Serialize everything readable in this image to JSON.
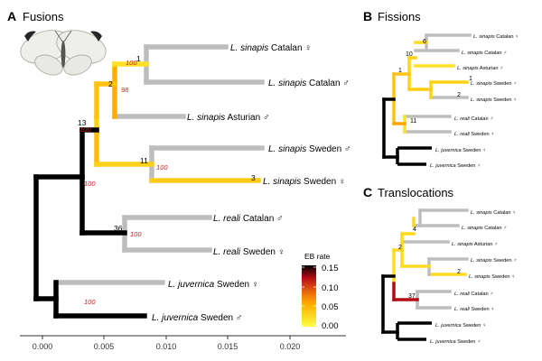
{
  "colors": {
    "zero": "#bdbdbd",
    "gradient": [
      "#ffff40",
      "#ffd21a",
      "#ffa500",
      "#e05a12",
      "#b40a14",
      "#000000"
    ]
  },
  "legend": {
    "title": "EB rate",
    "ticks": [
      "0.15",
      "0.10",
      "0.05",
      "0.00"
    ],
    "range": [
      0,
      0.15
    ]
  },
  "axis": {
    "ticks": [
      "0.000",
      "0.005",
      "0.010",
      "0.015",
      "0.020"
    ]
  },
  "panels": {
    "A": {
      "letter": "A",
      "title": "Fusions",
      "image_name": "butterfly",
      "tips": [
        {
          "genus": "L.",
          "species": "sinapis",
          "rest": "Catalan ♀"
        },
        {
          "genus": "L.",
          "species": "sinapis",
          "rest": "Catalan ♂"
        },
        {
          "genus": "L.",
          "species": "sinapis",
          "rest": "Asturian ♂"
        },
        {
          "genus": "L.",
          "species": "sinapis",
          "rest": "Sweden ♂"
        },
        {
          "genus": "L.",
          "species": "sinapis",
          "rest": "Sweden ♀"
        },
        {
          "genus": "L.",
          "species": "reali",
          "rest": "Catalan ♂"
        },
        {
          "genus": "L.",
          "species": "reali",
          "rest": "Sweden ♀"
        },
        {
          "genus": "L.",
          "species": "juvernica",
          "rest": "Sweden ♀"
        },
        {
          "genus": "L.",
          "species": "juvernica",
          "rest": "Sweden ♂"
        }
      ],
      "node_labels": [
        "1",
        "2",
        "13",
        "11",
        "3",
        "36"
      ],
      "support": [
        "100",
        "98",
        "100",
        "100",
        "100",
        "100",
        "100"
      ],
      "branch_rates": [
        0.0,
        0.0,
        0.0,
        0.0,
        0.055,
        0.0,
        0.0,
        0.0,
        0.0,
        0.0,
        0.0,
        0.02,
        0.03,
        0.04,
        0.04,
        0.045,
        0.035,
        0.03,
        0.15,
        0.15,
        0.15,
        0.15
      ]
    },
    "B": {
      "letter": "B",
      "title": "Fissions",
      "tips": [
        {
          "genus": "L.",
          "species": "sinapis",
          "rest": "Catalan ♀"
        },
        {
          "genus": "L.",
          "species": "sinapis",
          "rest": "Catalan ♂"
        },
        {
          "genus": "L.",
          "species": "sinapis",
          "rest": "Asturian ♂"
        },
        {
          "genus": "L.",
          "species": "sinapis",
          "rest": "Sweden ♂"
        },
        {
          "genus": "L.",
          "species": "sinapis",
          "rest": "Sweden ♀"
        },
        {
          "genus": "L.",
          "species": "reali",
          "rest": "Catalan ♂"
        },
        {
          "genus": "L.",
          "species": "reali",
          "rest": "Sweden ♀"
        },
        {
          "genus": "L.",
          "species": "juvernica",
          "rest": "Sweden ♀"
        },
        {
          "genus": "L.",
          "species": "juvernica",
          "rest": "Sweden ♂"
        }
      ],
      "node_labels": [
        "6",
        "10",
        "1",
        "1",
        "2",
        "11"
      ],
      "branch_rates": [
        0.0,
        0.0,
        0.0,
        0.03,
        0.0,
        0.02,
        0.03,
        0.0,
        0.0,
        0.02,
        0.025,
        0.03,
        0.028,
        0.035,
        0.04,
        0.04,
        0.06,
        0.15,
        0.15,
        0.15
      ]
    },
    "C": {
      "letter": "C",
      "title": "Translocations",
      "tips": [
        {
          "genus": "L.",
          "species": "sinapis",
          "rest": "Catalan ♀"
        },
        {
          "genus": "L.",
          "species": "sinapis",
          "rest": "Catalan ♂"
        },
        {
          "genus": "L.",
          "species": "sinapis",
          "rest": "Asturian ♂"
        },
        {
          "genus": "L.",
          "species": "sinapis",
          "rest": "Sweden ♂"
        },
        {
          "genus": "L.",
          "species": "sinapis",
          "rest": "Sweden ♀"
        },
        {
          "genus": "L.",
          "species": "reali",
          "rest": "Catalan ♂"
        },
        {
          "genus": "L.",
          "species": "reali",
          "rest": "Sweden ♀"
        },
        {
          "genus": "L.",
          "species": "juvernica",
          "rest": "Sweden ♀"
        },
        {
          "genus": "L.",
          "species": "juvernica",
          "rest": "Sweden ♂"
        }
      ],
      "node_labels": [
        "4",
        "2",
        "2",
        "37"
      ],
      "branch_rates": [
        0.0,
        0.0,
        0.0,
        0.0,
        0.025,
        0.0,
        0.0,
        0.0,
        0.0,
        0.0,
        0.025,
        0.025,
        0.025,
        0.025,
        0.025,
        0.025,
        0.12,
        0.12,
        0.15,
        0.15,
        0.15
      ]
    }
  }
}
